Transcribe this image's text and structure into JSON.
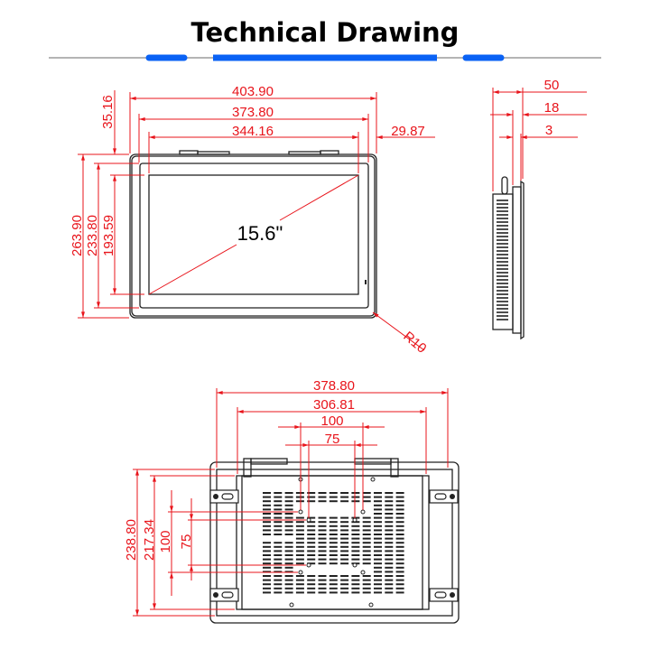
{
  "header": {
    "title": "Technical Drawing"
  },
  "colors": {
    "accent": "#0a62f5",
    "dimension": "#e8141b",
    "line": "#888888"
  },
  "front_view": {
    "screen_size": "15.6\"",
    "width_outer": "403.90",
    "width_bezel": "373.80",
    "width_screen": "344.16",
    "bezel_offset": "29.87",
    "top_offset": "35.16",
    "height_outer": "263.90",
    "height_bezel": "233.80",
    "height_screen": "193.59",
    "corner_radius": "R10"
  },
  "side_view": {
    "depth_total": "50",
    "depth_panel": "18",
    "depth_front": "3"
  },
  "back_view": {
    "width_outer": "378.80",
    "width_enclosure": "306.81",
    "vesa_100_h": "100",
    "vesa_75_h": "75",
    "height_outer": "238.80",
    "height_enclosure": "217.34",
    "vesa_100_v": "100",
    "vesa_75_v": "75"
  }
}
